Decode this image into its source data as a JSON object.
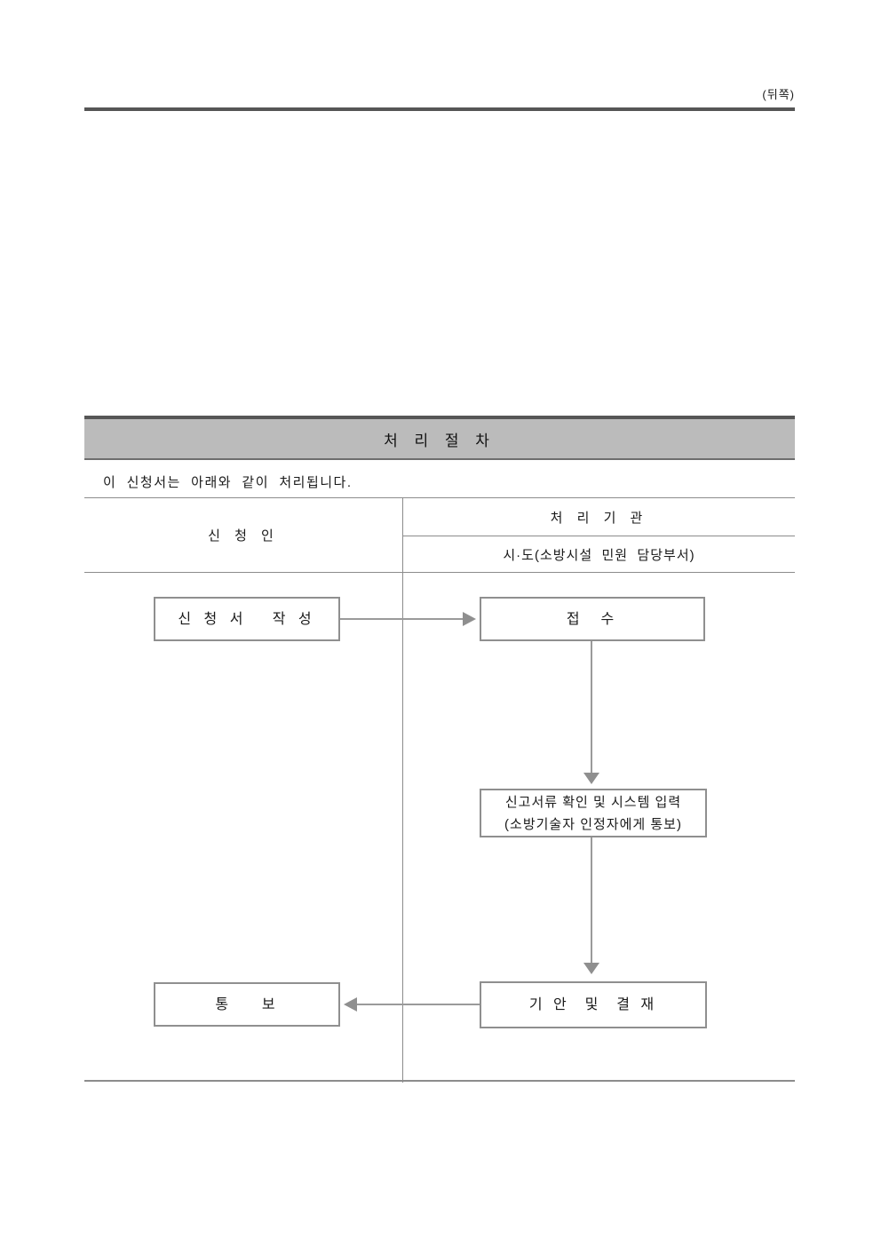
{
  "page": {
    "corner_label": "(뒤쪽)"
  },
  "title_bar": {
    "title": "처 리 절 차"
  },
  "intro": {
    "text": "이  신청서는  아래와  같이  처리됩니다."
  },
  "table": {
    "applicant_header": "신 청 인",
    "agency_header": "처 리 기 관",
    "agency_subheader": "시·도(소방시설  민원  담당부서)"
  },
  "flowchart": {
    "apply_box": "신 청 서   작 성",
    "receipt_box": "접  수",
    "check_box_line1": "신고서류 확인 및 시스템 입력",
    "check_box_line2": "(소방기술자 인정자에게 통보)",
    "draft_box": "기 안  및  결 재",
    "notify_box": "통    보"
  },
  "colors": {
    "title_bar_fill": "#bbbbbb",
    "title_bar_border": "#565656",
    "table_line": "#8c8c8c",
    "flow_line": "#9a9a9a",
    "text": "#1a1a1a"
  }
}
